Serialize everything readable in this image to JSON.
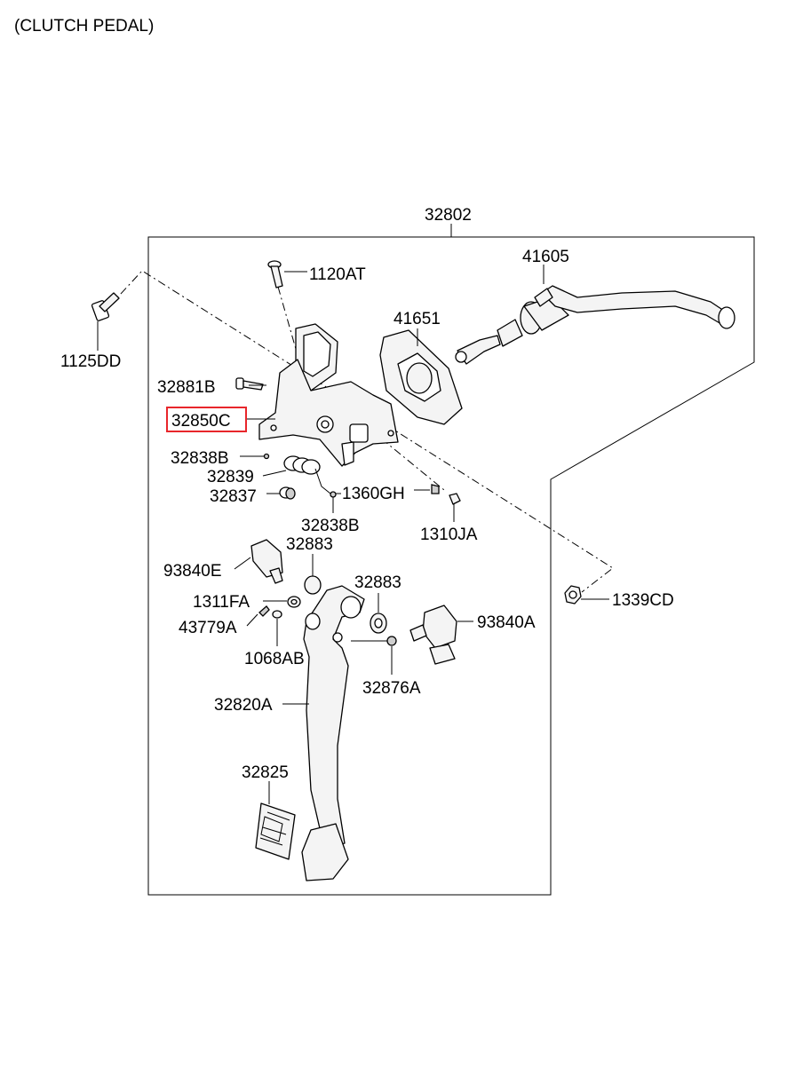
{
  "title": "(CLUTCH PEDAL)",
  "highlight_color": "#e8262b",
  "labels": {
    "p32802": "32802",
    "p41605": "41605",
    "p1120AT": "1120AT",
    "p41651": "41651",
    "p1125DD": "1125DD",
    "p32881B": "32881B",
    "p32850C": "32850C",
    "p32838B_top": "32838B",
    "p32839": "32839",
    "p32837": "32837",
    "p1360GH": "1360GH",
    "p32838B_bottom": "32838B",
    "p1310JA": "1310JA",
    "p32883_top": "32883",
    "p93840E": "93840E",
    "p32883_right": "32883",
    "p1339CD": "1339CD",
    "p1311FA": "1311FA",
    "p93840A": "93840A",
    "p43779A": "43779A",
    "p1068AB": "1068AB",
    "p32876A": "32876A",
    "p32820A": "32820A",
    "p32825": "32825"
  }
}
